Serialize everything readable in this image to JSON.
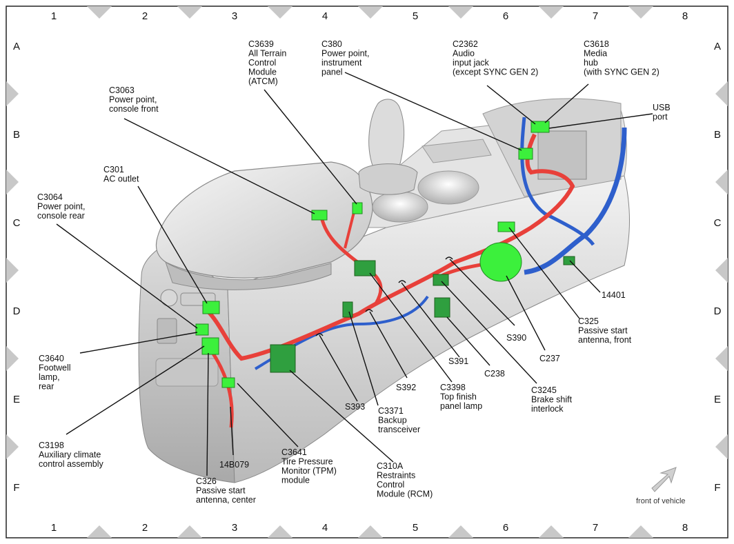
{
  "grid": {
    "columns": [
      "1",
      "2",
      "3",
      "4",
      "5",
      "6",
      "7",
      "8"
    ],
    "rows": [
      "A",
      "B",
      "C",
      "D",
      "E",
      "F"
    ]
  },
  "callouts": [
    {
      "id": "c3639",
      "lines": [
        "C3639",
        "All Terrain",
        "Control",
        "Module",
        "(ATCM)"
      ]
    },
    {
      "id": "c380",
      "lines": [
        "C380",
        "Power point,",
        "instrument",
        "panel"
      ]
    },
    {
      "id": "c2362",
      "lines": [
        "C2362",
        "Audio",
        "input jack",
        "(except SYNC GEN 2)"
      ]
    },
    {
      "id": "c3618",
      "lines": [
        "C3618",
        "Media",
        "hub",
        " (with SYNC GEN 2)"
      ]
    },
    {
      "id": "usb",
      "lines": [
        "USB",
        "port"
      ]
    },
    {
      "id": "c3063",
      "lines": [
        "C3063",
        "Power point,",
        "console front"
      ]
    },
    {
      "id": "c301",
      "lines": [
        "C301",
        "AC outlet"
      ]
    },
    {
      "id": "c3064",
      "lines": [
        "C3064",
        "Power point,",
        "console rear"
      ]
    },
    {
      "id": "c3640",
      "lines": [
        "C3640",
        "Footwell",
        "lamp,",
        "rear"
      ]
    },
    {
      "id": "c3198",
      "lines": [
        "C3198",
        "Auxiliary climate",
        "control assembly"
      ]
    },
    {
      "id": "c326",
      "lines": [
        "C326",
        "Passive start",
        "antenna, center"
      ]
    },
    {
      "id": "14b079",
      "lines": [
        "14B079"
      ]
    },
    {
      "id": "c3641",
      "lines": [
        "C3641",
        "Tire Pressure",
        "Monitor (TPM)",
        "module"
      ]
    },
    {
      "id": "c310a",
      "lines": [
        "C310A",
        "Restraints",
        "Control",
        "Module (RCM)"
      ]
    },
    {
      "id": "s393",
      "lines": [
        "S393"
      ]
    },
    {
      "id": "c3371",
      "lines": [
        "C3371",
        "Backup",
        "transceiver"
      ]
    },
    {
      "id": "s392",
      "lines": [
        "S392"
      ]
    },
    {
      "id": "c3398",
      "lines": [
        "C3398",
        "Top finish",
        "panel lamp"
      ]
    },
    {
      "id": "s391",
      "lines": [
        "S391"
      ]
    },
    {
      "id": "c238",
      "lines": [
        "C238"
      ]
    },
    {
      "id": "c3245",
      "lines": [
        "C3245",
        "Brake shift",
        "interlock"
      ]
    },
    {
      "id": "c237",
      "lines": [
        "C237"
      ]
    },
    {
      "id": "s390",
      "lines": [
        "S390"
      ]
    },
    {
      "id": "c325",
      "lines": [
        "C325",
        "Passive start",
        "antenna, front"
      ]
    },
    {
      "id": "14401",
      "lines": [
        "14401"
      ]
    }
  ],
  "orientation": {
    "label": "front of vehicle"
  },
  "colors": {
    "connector": "#3cf03c",
    "harness_red": "#e8403a",
    "harness_blue": "#2e5fcc",
    "console": "#cfcfcf",
    "frame_marker": "#c8c8c8"
  }
}
